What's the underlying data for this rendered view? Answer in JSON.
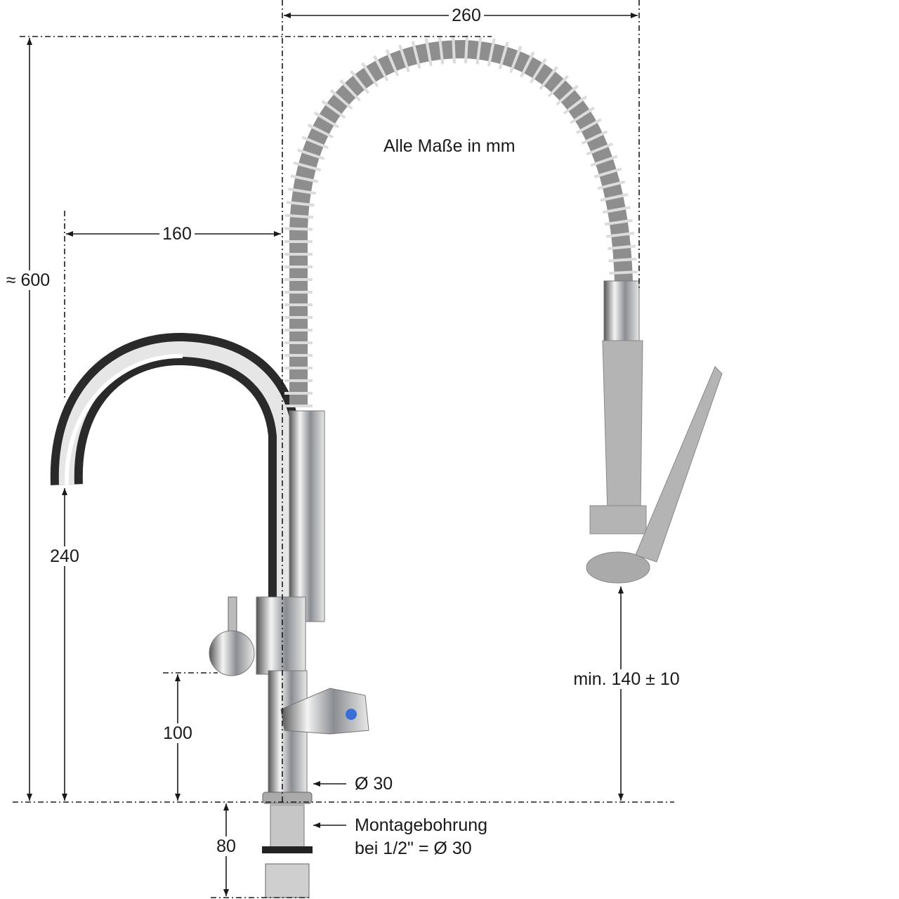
{
  "note": "Alle Maße in mm",
  "dimensions": {
    "width_total": "260",
    "spout_reach": "160",
    "height_total": "≈ 600",
    "spout_height": "240",
    "valve_height": "100",
    "diameter": "Ø 30",
    "spray_height": "min. 140 ± 10",
    "thread_length": "80",
    "mounting_line1": "Montagebohrung",
    "mounting_line2": "bei 1/2\" = Ø 30"
  },
  "colors": {
    "line": "#1a1a1a",
    "chrome": "#b9bcc0",
    "grip": "#b4b4b4",
    "accent_knob": "#3a6fd8"
  }
}
